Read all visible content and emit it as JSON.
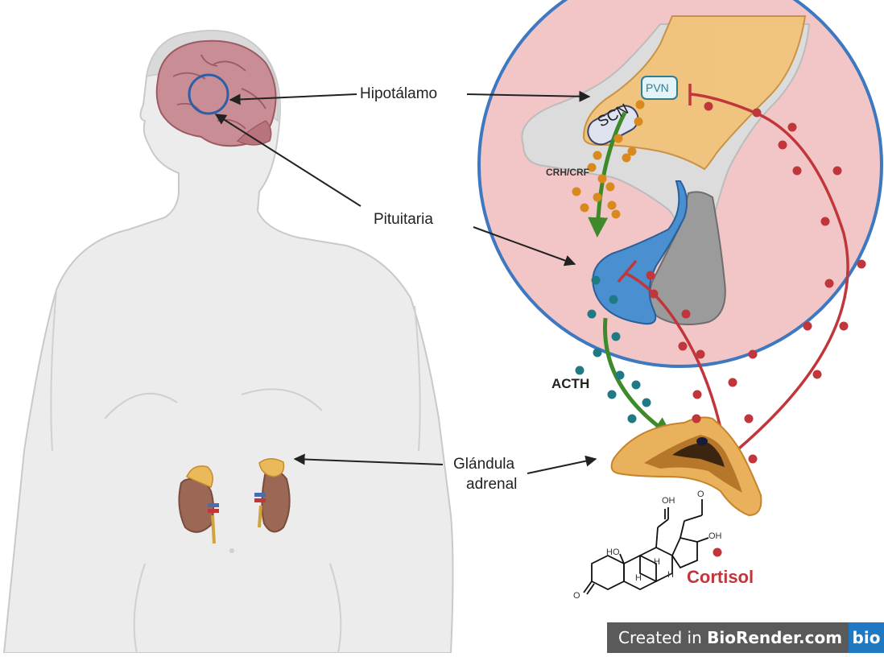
{
  "labels": {
    "hypothalamus": "Hipotálamo",
    "pituitary": "Pituitaria",
    "adrenal_line1": "Glándula",
    "adrenal_line2": "adrenal",
    "acth": "ACTH",
    "cortisol": "Cortisol",
    "scn": "SCN",
    "pvn": "PVN",
    "crh": "CRH/CRF"
  },
  "molecule": {
    "oh_top": "OH",
    "ho_left": "HO",
    "oh_right": "OH",
    "o_carbonyl": "O",
    "o_bottom": "O",
    "h1": "H",
    "h2": "H",
    "h3": "H"
  },
  "watermark": {
    "prefix": "Created in ",
    "brand": "BioRender.com",
    "logo": "bio"
  },
  "colors": {
    "cortisol": "#c0363b",
    "acth": "#1f7a86",
    "crh": "#d88a1e",
    "activation_arrow": "#3e8a2b",
    "inhibition": "#c0363b",
    "circle_border": "#3d78c1"
  }
}
